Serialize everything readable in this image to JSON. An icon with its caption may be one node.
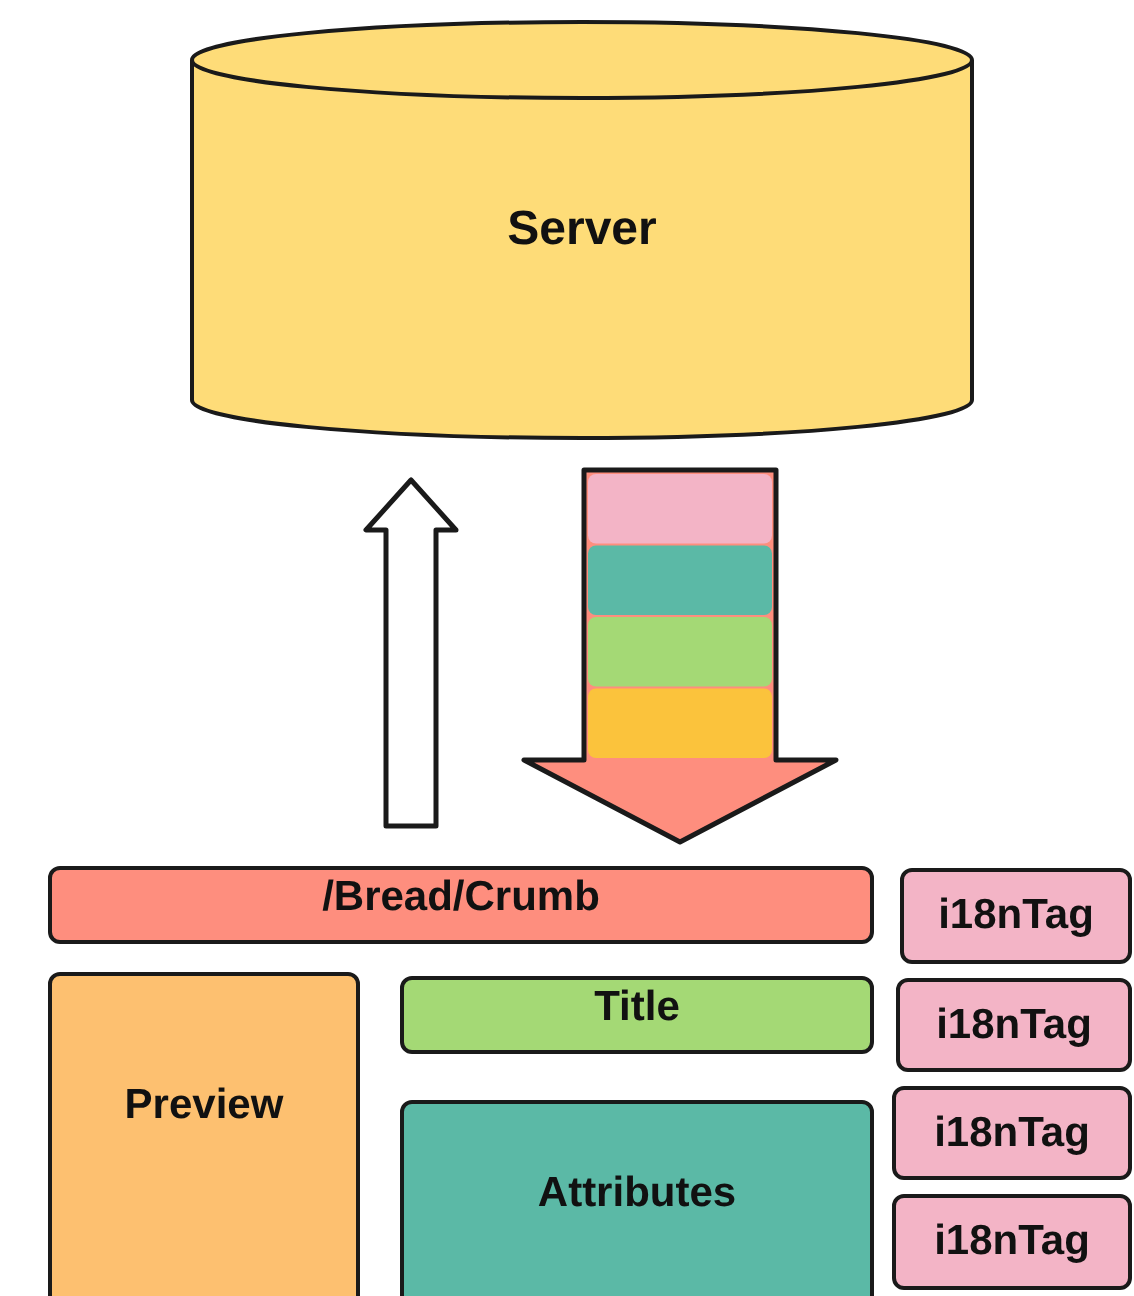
{
  "diagram": {
    "nodes": [
      {
        "text": [
          "Server"
        ]
      },
      {
        "text": [
          "/Bread/Crumb"
        ]
      },
      {
        "text": [
          "i18nTag"
        ]
      },
      {
        "text": [
          "Preview"
        ]
      },
      {
        "text": [
          "Title"
        ]
      },
      {
        "text": [
          "i18nTag"
        ]
      },
      {
        "text": [
          "i18nTag"
        ]
      },
      {
        "text": [
          "Attributes"
        ]
      },
      {
        "text": [
          "i18nTag"
        ]
      }
    ],
    "edges": [
      {
        "from": 1,
        "to": 0,
        "arrow": "to"
      },
      {
        "from": 0,
        "to": 1,
        "arrow": "to",
        "color": "#fe8e7e"
      }
    ]
  }
}
